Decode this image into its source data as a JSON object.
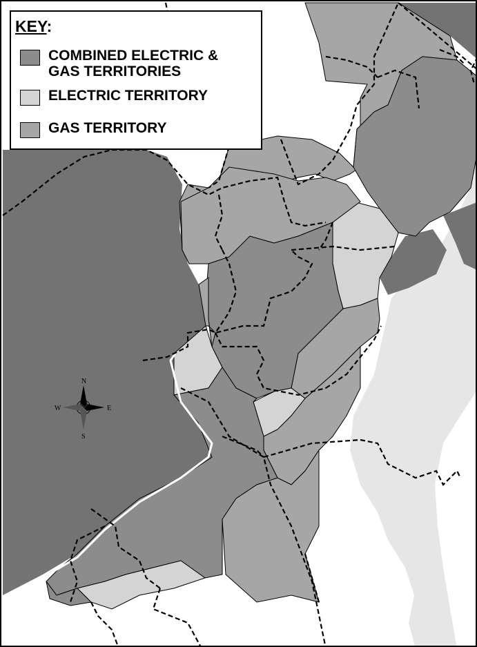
{
  "key": {
    "title": "KEY",
    "title_suffix": ":",
    "items": [
      {
        "label_line1": "COMBINED ELECTRIC &",
        "label_line2": "GAS TERRITORIES",
        "color": "#8c8c8c"
      },
      {
        "label_line1": "ELECTRIC TERRITORY",
        "label_line2": "",
        "color": "#d4d4d4"
      },
      {
        "label_line1": "GAS TERRITORY",
        "label_line2": "",
        "color": "#a6a6a6"
      }
    ]
  },
  "compass": {
    "n": "N",
    "s": "S",
    "e": "E",
    "w": "W"
  },
  "colors": {
    "combined": "#8c8c8c",
    "electric": "#d4d4d4",
    "gas": "#a6a6a6",
    "outside": "#737373",
    "water": "#e6e6e6",
    "land": "#ffffff"
  }
}
